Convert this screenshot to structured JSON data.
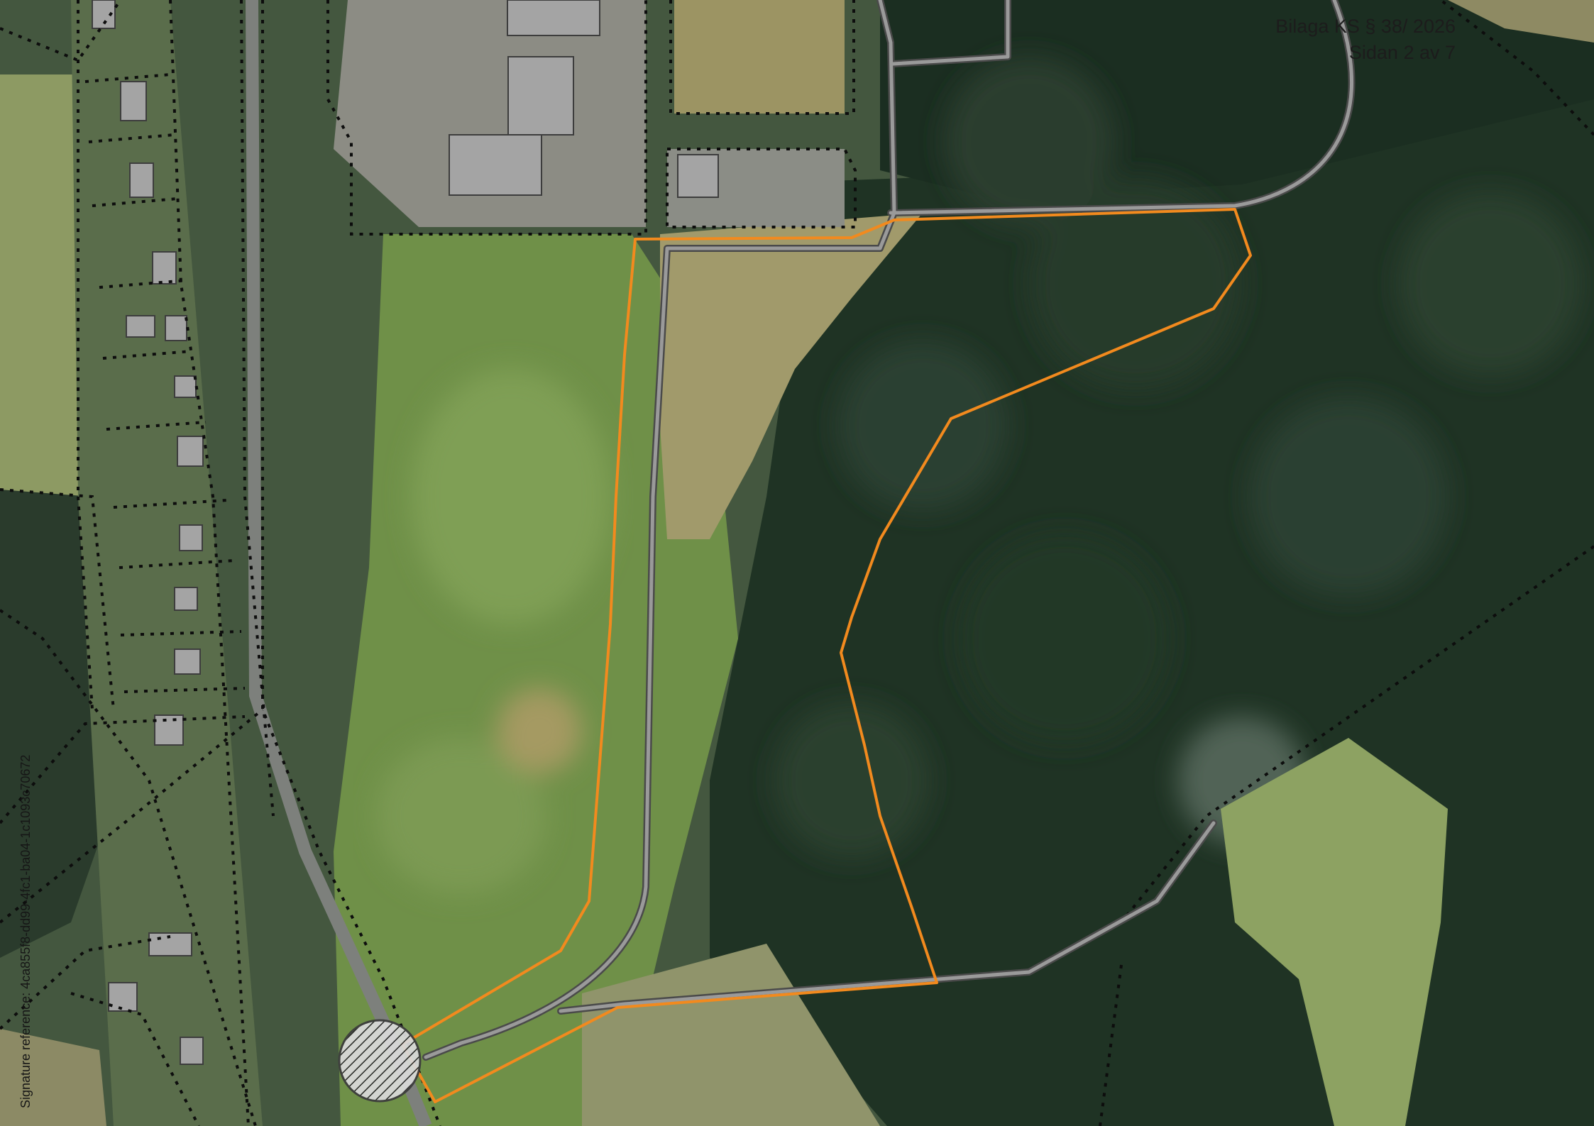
{
  "document": {
    "appendix_label": "Bilaga KS § 38/ 2026",
    "page_label": "Sidan 2 av 7",
    "signature_reference": "Signature reference: 4ca855f8-dd99-4fc1-ba04-1c1093c70672"
  },
  "map": {
    "base_layer": "aerial-orthophoto",
    "colors": {
      "plan_boundary": "#f28a1e",
      "road_outline": "#4a4a4a",
      "road_fill": "#9a9a9a",
      "property_lines": "#0d0d0d",
      "buildings": "#a4a4a4",
      "forest": "#1f3324",
      "field": "#6f9048",
      "meadow": "#a19a6b"
    },
    "icons": [
      "junction-hatch-icon"
    ]
  }
}
